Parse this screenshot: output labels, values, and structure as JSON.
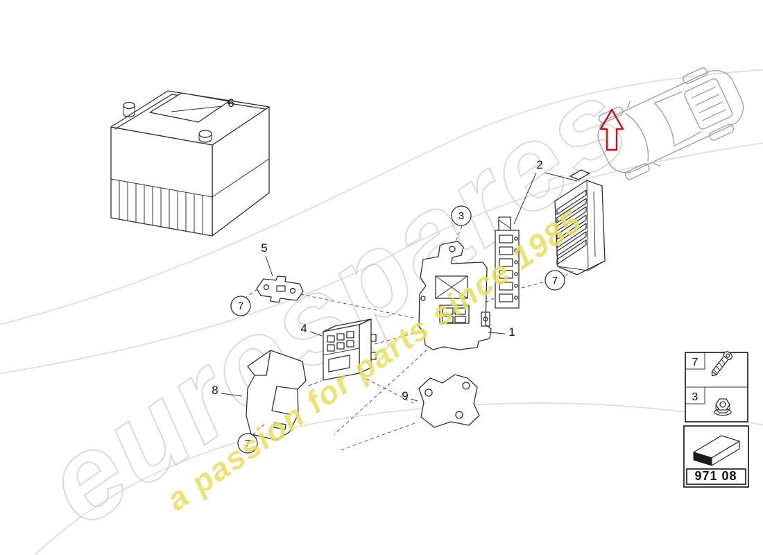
{
  "watermark": {
    "brand": "eurospares",
    "tagline": "a passion for parts since 1985"
  },
  "diagram": {
    "part_code": "971 08",
    "labels": {
      "item1": "1",
      "item2": "2",
      "item4": "4",
      "item5": "5",
      "item6": "6",
      "item8": "8",
      "item9": "9"
    },
    "callouts": {
      "nut": "3",
      "screw": "7"
    },
    "legend": {
      "rows": [
        {
          "ref": "7",
          "icon": "screw-icon"
        },
        {
          "ref": "3",
          "icon": "flange-nut-icon"
        }
      ]
    },
    "icons": {
      "direction": "direction-arrow-icon",
      "part_code_box": "assembly-arrow-icon"
    },
    "colors": {
      "arrow_red": "#e30613",
      "watermark_yellow": "#eadf5e",
      "line": "#2e2e2e"
    }
  }
}
